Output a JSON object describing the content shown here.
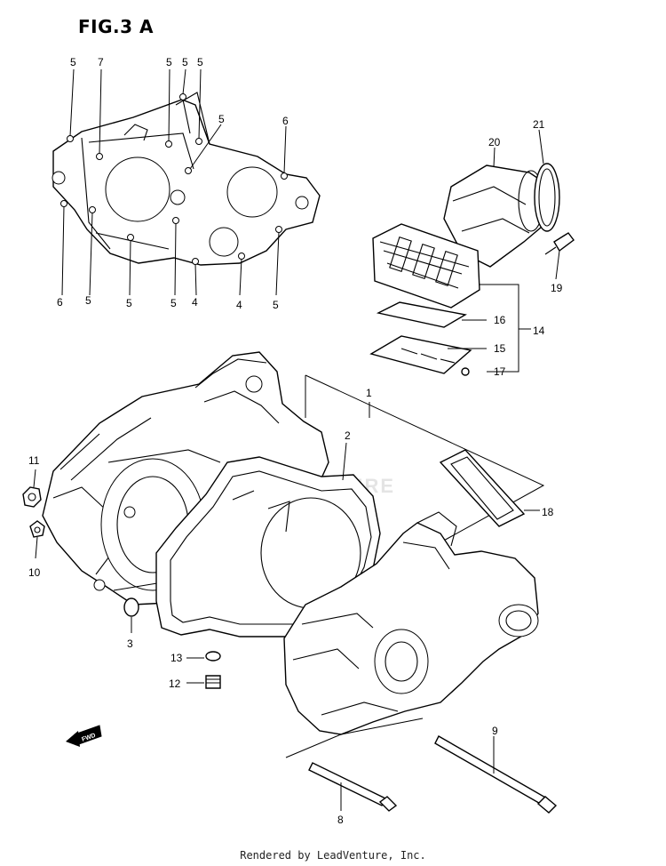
{
  "figure_title": "FIG.3 A",
  "footer_text": "Rendered by LeadVenture, Inc.",
  "watermark_text": "LEADVENTURE",
  "labels": [
    "5",
    "7",
    "5",
    "5",
    "5",
    "5",
    "6",
    "20",
    "21",
    "6",
    "5",
    "5",
    "5",
    "4",
    "4",
    "5",
    "19",
    "16",
    "14",
    "15",
    "17",
    "1",
    "2",
    "11",
    "18",
    "10",
    "3",
    "13",
    "12",
    "9",
    "8"
  ],
  "fwd_label": "FWD"
}
